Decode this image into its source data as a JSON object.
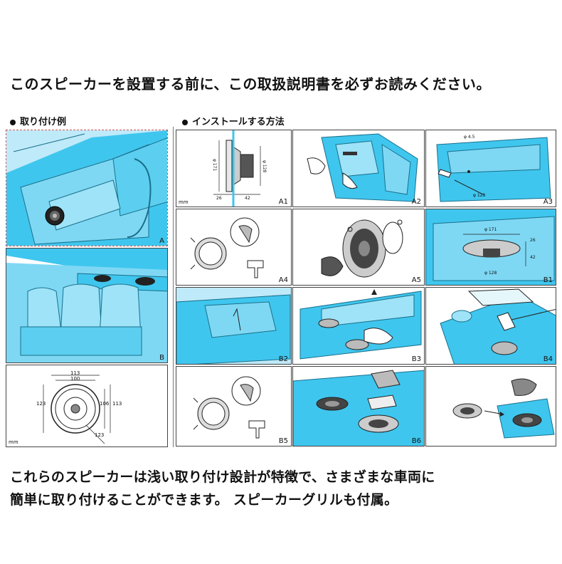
{
  "headline": "このスピーカーを設置する前に、この取扱説明書を必ずお読みください。",
  "section_mount_examples": "取り付け例",
  "section_install_method": "インストールする方法",
  "unit_mm": "mm",
  "left_panels": [
    {
      "tag": "A"
    },
    {
      "tag": "B"
    },
    {
      "tag": "",
      "dims": {
        "d113": "113",
        "d100": "100",
        "d123": "123",
        "d106": "106",
        "d113v": "113",
        "d123d": "123"
      }
    }
  ],
  "grid_panels": [
    {
      "tag": "A1",
      "dims": {
        "phi171": "φ 171",
        "phi128": "φ 128",
        "d26": "26",
        "d42": "42"
      }
    },
    {
      "tag": "A2"
    },
    {
      "tag": "A3",
      "dims": {
        "phi45": "φ 4.5",
        "phi128": "φ 128"
      }
    },
    {
      "tag": "A4"
    },
    {
      "tag": "A5"
    },
    {
      "tag": "B1",
      "dims": {
        "phi171": "φ 171",
        "d26": "26",
        "d42": "42",
        "phi128": "φ 128"
      }
    },
    {
      "tag": "B2"
    },
    {
      "tag": "B3"
    },
    {
      "tag": "B4"
    },
    {
      "tag": "B5"
    },
    {
      "tag": "B6"
    },
    {
      "tag": ""
    }
  ],
  "footer_lines": [
    "これらのスピーカーは浅い取り付け設計が特徴で、さまざまな車両に",
    "簡単に取り付けることができます。 スピーカーグリルも付属。"
  ]
}
